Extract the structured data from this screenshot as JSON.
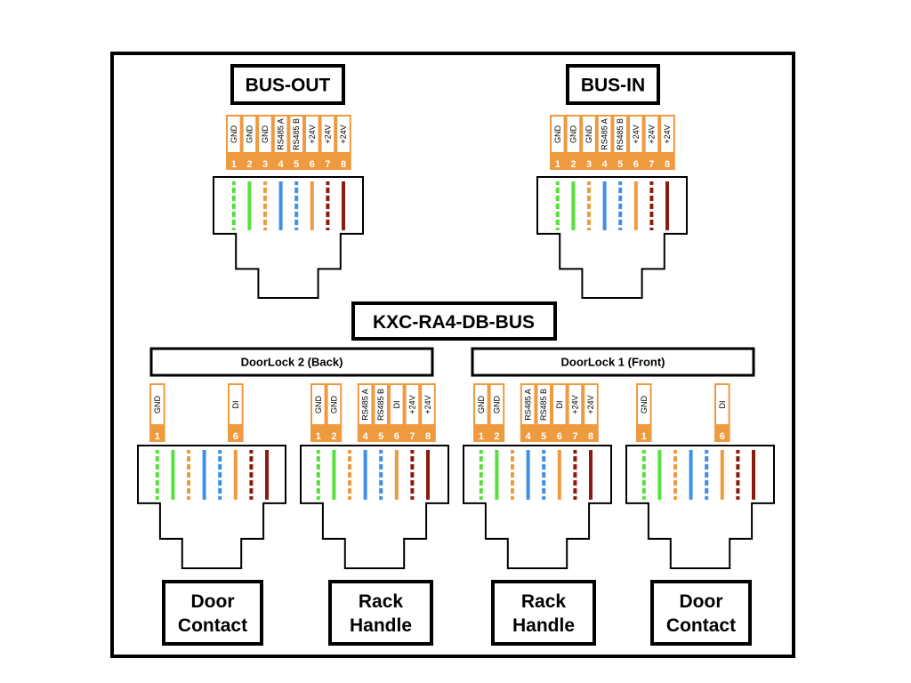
{
  "title": "KXC-RA4-DB-BUS",
  "colors": {
    "pin_orange": "#ee9a3f",
    "wire_green": "#55e03b",
    "wire_orange": "#ee9a3f",
    "wire_blue": "#3f8ee8",
    "wire_brown": "#8b1a10",
    "outline": "#000000"
  },
  "wire_order": [
    "green-white",
    "green",
    "orange-white",
    "blue",
    "blue-white",
    "orange",
    "brown-white",
    "brown"
  ],
  "bus_ports": [
    {
      "label": "BUS-OUT",
      "pins": [
        {
          "num": "1",
          "name": "GND"
        },
        {
          "num": "2",
          "name": "GND"
        },
        {
          "num": "3",
          "name": "GND"
        },
        {
          "num": "4",
          "name": "RS485 A"
        },
        {
          "num": "5",
          "name": "RS485 B"
        },
        {
          "num": "6",
          "name": "+24V"
        },
        {
          "num": "7",
          "name": "+24V"
        },
        {
          "num": "8",
          "name": "+24V"
        }
      ]
    },
    {
      "label": "BUS-IN",
      "pins": [
        {
          "num": "1",
          "name": "GND"
        },
        {
          "num": "2",
          "name": "GND"
        },
        {
          "num": "3",
          "name": "GND"
        },
        {
          "num": "4",
          "name": "RS485 A"
        },
        {
          "num": "5",
          "name": "RS485 B"
        },
        {
          "num": "6",
          "name": "+24V"
        },
        {
          "num": "7",
          "name": "+24V"
        },
        {
          "num": "8",
          "name": "+24V"
        }
      ]
    }
  ],
  "door_groups": [
    {
      "label": "DoorLock 2 (Back)"
    },
    {
      "label": "DoorLock 1 (Front)"
    }
  ],
  "lower_ports": [
    {
      "label_lines": [
        "Door",
        "Contact"
      ],
      "pin_groups": [
        [
          {
            "num": "1",
            "name": "GND"
          }
        ],
        [
          {
            "num": "6",
            "name": "DI"
          }
        ]
      ]
    },
    {
      "label_lines": [
        "Rack",
        "Handle"
      ],
      "pin_groups": [
        [
          {
            "num": "1",
            "name": "GND"
          },
          {
            "num": "2",
            "name": "GND"
          }
        ],
        [
          {
            "num": "4",
            "name": "RS485 A"
          },
          {
            "num": "5",
            "name": "RS485 B"
          },
          {
            "num": "6",
            "name": "DI"
          },
          {
            "num": "7",
            "name": "+24V"
          },
          {
            "num": "8",
            "name": "+24V"
          }
        ]
      ]
    },
    {
      "label_lines": [
        "Rack",
        "Handle"
      ],
      "pin_groups": [
        [
          {
            "num": "1",
            "name": "GND"
          },
          {
            "num": "2",
            "name": "GND"
          }
        ],
        [
          {
            "num": "4",
            "name": "RS485 A"
          },
          {
            "num": "5",
            "name": "RS485 B"
          },
          {
            "num": "6",
            "name": "DI"
          },
          {
            "num": "7",
            "name": "+24V"
          },
          {
            "num": "8",
            "name": "+24V"
          }
        ]
      ]
    },
    {
      "label_lines": [
        "Door",
        "Contact"
      ],
      "pin_groups": [
        [
          {
            "num": "1",
            "name": "GND"
          }
        ],
        [
          {
            "num": "6",
            "name": "DI"
          }
        ]
      ]
    }
  ]
}
